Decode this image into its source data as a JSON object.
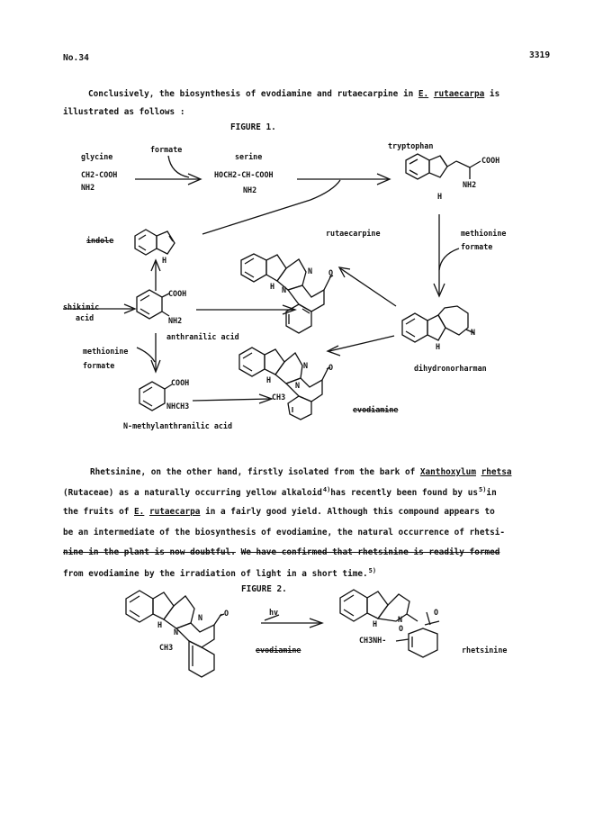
{
  "header": {
    "left": "No.34",
    "right": "3319"
  },
  "intro": {
    "line1_a": "Conclusively, the biosynthesis of evodiamine and rutaecarpine in ",
    "line1_genus": "E.",
    "line1_species": "rutaecarpa",
    "line1_b": " is",
    "line2": "illustrated as follows :"
  },
  "figure1": {
    "title": "FIGURE  1.",
    "labels": {
      "glycine": "glycine",
      "glycine_formula_1": "CH2-COOH",
      "glycine_formula_2": "NH2",
      "formate": "formate",
      "serine": "serine",
      "serine_formula_1": "HOCH2-CH-COOH",
      "serine_formula_2": "NH2",
      "tryptophan": "tryptophan",
      "trp_cooh": "COOH",
      "trp_nh2": "NH2",
      "trp_h": "H",
      "indole": "indole",
      "indole_h": "H",
      "rutaecarpine": "rutaecarpine",
      "methionine_right": "methionine",
      "formate_right": "formate",
      "shikimic": "shikimic",
      "acid": "acid",
      "anth_cooh": "COOH",
      "anth_nh2": "NH2",
      "anthranilic_acid": "anthranilic acid",
      "methionine_left": "methionine",
      "formate_left": "formate",
      "dihydronorharman": "dihydronorharman",
      "dhn_n": "N",
      "dhn_h": "H",
      "nmeth_cooh": "COOH",
      "nmeth_nhch3": "NHCH3",
      "n_methylanthranilic_acid": "N-methylanthranilic acid",
      "evodiamine": "evodiamine",
      "evo_ch3": "CH3",
      "ring_N": "N",
      "ring_H": "H",
      "ring_O": "O"
    }
  },
  "paragraph": {
    "l1_a": "Rhetsinine, on the other hand, firstly isolated from the bark of ",
    "l1_genus": "Xanthoxylum",
    "l1_species": "rhetsa",
    "l2_a": "(Rutaceae) as a naturally occurring yellow alkaloid",
    "l2_ref1": "4)",
    "l2_b": "has recently been found by us",
    "l2_ref2": "5)",
    "l2_c": "in",
    "l3_a": "the fruits of ",
    "l3_genus": "E.",
    "l3_species": "rutaecarpa",
    "l3_b": " in a fairly good yield.   Although this compound appears to",
    "l4": "be an intermediate of the biosynthesis of evodiamine, the natural occurrence of rhetsi-",
    "l5_a": "nine in the plant is now doubtful.",
    "l5_b": "We have confirmed that rhetsinine is readily formed",
    "l6": "from evodiamine by the irradiation of light in a short time.",
    "l6_ref": "5)"
  },
  "figure2": {
    "title": "FIGURE  2.",
    "evodiamine": "evodiamine",
    "rhetsinine": "rhetsinine",
    "hv": "hv",
    "ch3": "CH3",
    "ch3nh": "CH3NH-",
    "N": "N",
    "H": "H",
    "O": "O"
  }
}
